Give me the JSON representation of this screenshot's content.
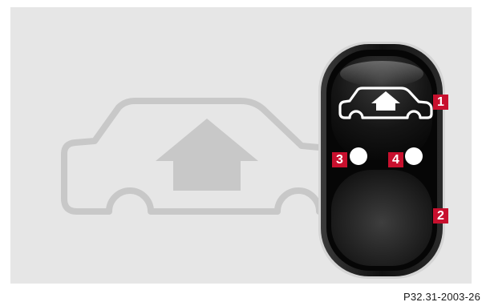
{
  "callouts": {
    "one": "1",
    "two": "2",
    "three": "3",
    "four": "4"
  },
  "figure_reference": "P32.31-2003-26",
  "icons": {
    "background": "car-roof-raise-icon",
    "button": "car-roof-raise-icon"
  },
  "colors": {
    "panel": "#e6e6e6",
    "callout_badge": "#c8102e",
    "button_body": "#0d0d0d",
    "background_car": "#cccccc"
  }
}
